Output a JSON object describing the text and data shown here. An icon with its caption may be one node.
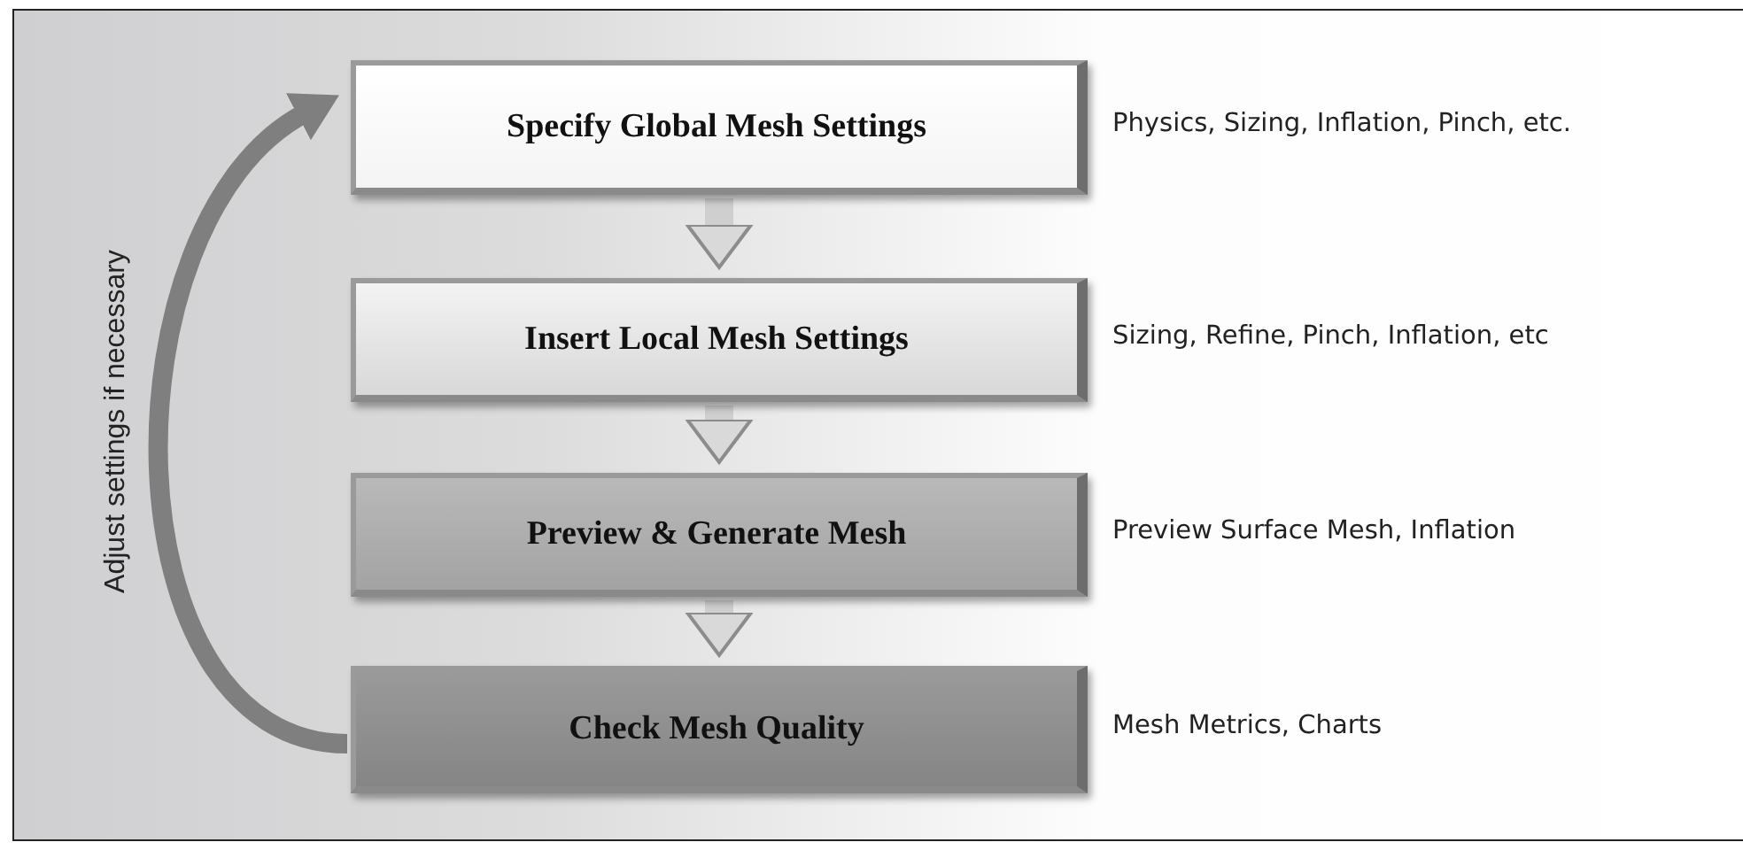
{
  "diagram": {
    "nodes": [
      {
        "text": [
          "Specify Global Mesh Settings"
        ],
        "beside": [
          "Physics, Sizing, Inflation, Pinch, etc."
        ]
      },
      {
        "text": [
          "Insert Local Mesh Settings"
        ],
        "beside": [
          "Sizing, Refine, Pinch, Inflation, etc"
        ]
      },
      {
        "text": [
          "Preview & Generate Mesh"
        ],
        "beside": [
          "Preview Surface Mesh, Inflation"
        ]
      },
      {
        "text": [
          "Check Mesh Quality"
        ],
        "beside": [
          "Mesh Metrics, Charts"
        ]
      }
    ],
    "edges": [
      {
        "from": 0,
        "to": 1,
        "arrow": "to"
      },
      {
        "from": 1,
        "to": 2,
        "arrow": "to"
      },
      {
        "from": 2,
        "to": 3,
        "arrow": "to"
      },
      {
        "from": 3,
        "to": 0,
        "arrow": "to",
        "label": "Adjust settings if necessary"
      }
    ]
  }
}
